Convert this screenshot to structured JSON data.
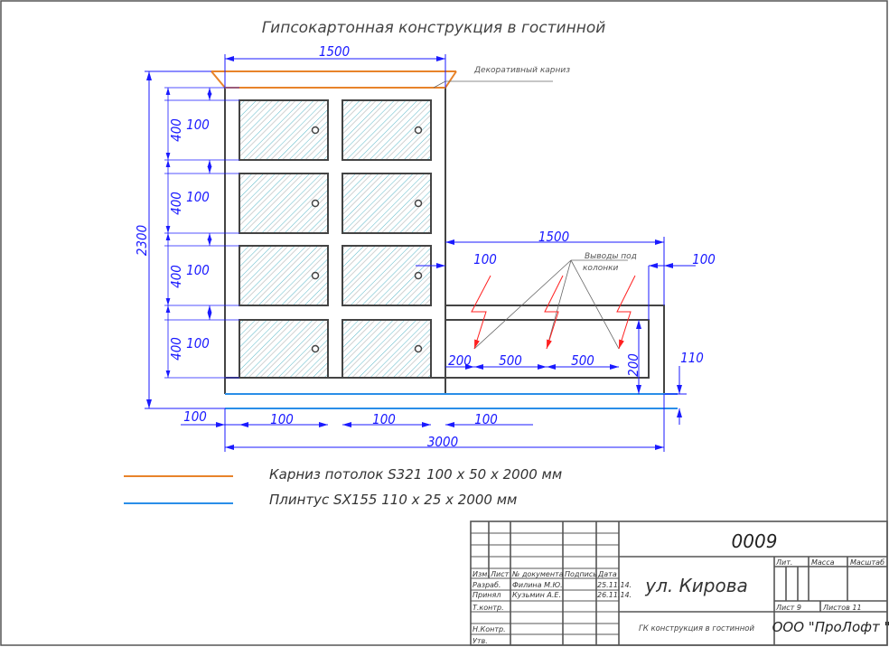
{
  "title": "Гипсокартонная конструкция в гостинной",
  "annotations": {
    "cornice": "Декоративный карниз",
    "speaker_outputs_1": "Выводы под",
    "speaker_outputs_2": "колонки"
  },
  "dimensions": {
    "top_width": "1500",
    "total_height": "2300",
    "row_heights": [
      "400",
      "400",
      "400",
      "400"
    ],
    "row_gaps": [
      "100",
      "100",
      "100",
      "100"
    ],
    "bottom_left": "100",
    "bottom_gaps": [
      "100",
      "100",
      "100"
    ],
    "total_width": "3000",
    "lower_width": "1500",
    "lower_left_offset": "100",
    "lower_right_offset": "100",
    "speaker_spacing": [
      "200",
      "500",
      "500"
    ],
    "lower_height": "200",
    "plinth_height": "110"
  },
  "legend": [
    {
      "label": "Карниз потолок  S321  100 x 50 x 2000  мм",
      "color": "#e8832a"
    },
    {
      "label": "Плинтус  SX155  110 x 25 x 2000  мм",
      "color": "#2a8ee8"
    }
  ],
  "title_block": {
    "doc_number": "0009",
    "headers": [
      "Изм.",
      "Лист",
      "№ документа",
      "Подпись",
      "Дата"
    ],
    "rows": [
      {
        "role": "Разраб.",
        "name": "Филина М.Ю.",
        "date": "25.11.14."
      },
      {
        "role": "Принял",
        "name": "Кузьмин А.Е.",
        "date": "26.11.14."
      },
      {
        "role": "Т.контр.",
        "name": "",
        "date": ""
      },
      {
        "role": "Н.Контр.",
        "name": "",
        "date": ""
      },
      {
        "role": "Утв.",
        "name": "",
        "date": ""
      }
    ],
    "object": "ул. Кирова",
    "drawing_name": "ГК конструкция в гостинной",
    "lit_label": "Лит.",
    "mass_label": "Масса",
    "scale_label": "Масштаб",
    "sheet": "Лист  9",
    "sheets": "Листов  11",
    "company": "ООО  \"ПроЛофт \""
  },
  "colors": {
    "dimension": "#1a1aff",
    "cornice": "#e8832a",
    "plinth": "#2a8ee8",
    "hatch": "#5bb8c8",
    "wire": "#ff2020"
  }
}
